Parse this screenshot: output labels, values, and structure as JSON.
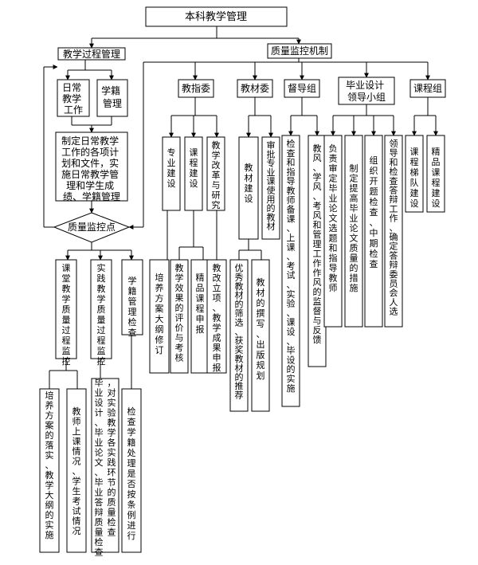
{
  "root": "本科教学管理",
  "process": {
    "title": "教学过程管理",
    "daily": [
      "日常",
      "教学",
      "工作"
    ],
    "status": [
      "学籍",
      "管理"
    ],
    "plan": [
      "制定日常教学",
      "工作的各项计",
      "划和文件，实",
      "施日常教学管",
      "理和学生成",
      "绩、学籍管理"
    ],
    "monitor": "质量监控点",
    "items": [
      {
        "label": "课堂教学质量过程监控",
        "sub": [
          "培养方案的落实、教学大纲的实施",
          "教师上课情况、学生考试情况"
        ]
      },
      {
        "label": "实践教学质量过程监控",
        "sub": [
          "毕业设计、毕业论文、毕业答辩质量检查，对实验教学各实践环节的质量检查"
        ]
      },
      {
        "label": "学籍管理检查",
        "sub": [
          "检查学籍处理是否按条例进行"
        ]
      }
    ]
  },
  "quality": {
    "title": "质量监控机制",
    "groups": [
      {
        "name": "教指委",
        "subs": [
          {
            "label": "专业建设",
            "detail": [
              "培养方案大纲修订"
            ]
          },
          {
            "label": "课程建设",
            "detail": [
              "教学效果的评价与考核",
              "精品课程申报"
            ]
          },
          {
            "label": "教学改革与研究",
            "detail": [
              "教改立项、教学成果申报"
            ]
          }
        ]
      },
      {
        "name": "教材委",
        "subs": [
          {
            "label": "教材建设",
            "detail": [
              "优秀教材的筛选、获奖教材的推荐",
              "教材的撰写、出版规划"
            ]
          },
          {
            "label": "审批专业课使用的教材",
            "detail": []
          }
        ]
      },
      {
        "name": "督导组",
        "subs": [
          {
            "label": "检查和指导教师备课、上课、考试、实验、课设、毕设的实施",
            "detail": []
          },
          {
            "label": "教风、学风、考风和管理工作作风的监督与反馈",
            "detail": []
          }
        ]
      },
      {
        "name": "毕业设计领导小组",
        "name_lines": [
          "毕业设计",
          "领导小组"
        ],
        "subs": [
          {
            "label": "负责审定毕业论文选题和指导教师",
            "detail": []
          },
          {
            "label": "制定提高毕业论文质量的措施",
            "detail": []
          },
          {
            "label": "组织开题检查、中期检查",
            "detail": []
          },
          {
            "label": "领导和检查答辩工作、确定答辩委员会人选",
            "detail": []
          }
        ]
      },
      {
        "name": "课程组",
        "subs": [
          {
            "label": "课程梯队建设",
            "detail": []
          },
          {
            "label": "精品课程建设",
            "detail": []
          }
        ]
      }
    ]
  }
}
